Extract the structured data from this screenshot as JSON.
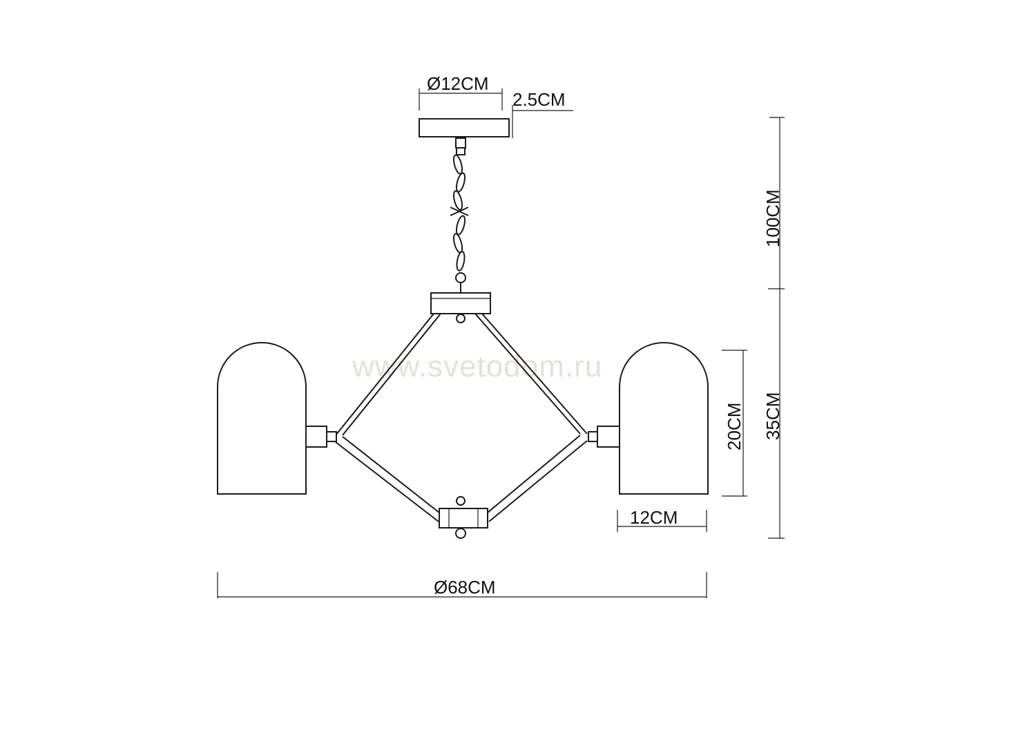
{
  "watermark": "www.svetodom.ru",
  "dimensions": {
    "canopy_diameter": "Ø12CM",
    "canopy_height": "2.5CM",
    "chain_length": "100CM",
    "body_height": "35CM",
    "shade_height": "20CM",
    "shade_width": "12CM",
    "overall_diameter": "Ø68CM"
  }
}
